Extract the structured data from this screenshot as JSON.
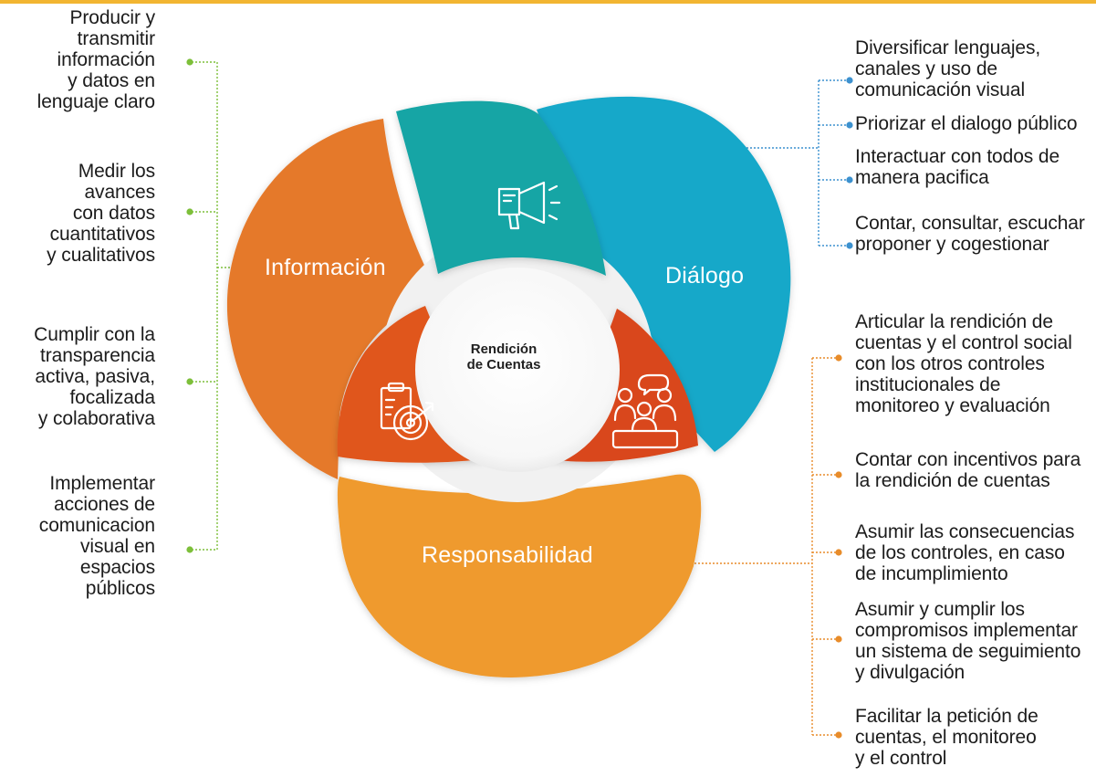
{
  "center": {
    "title": "Rendición\nde Cuentas"
  },
  "segments": {
    "informacion": "Información",
    "dialogo": "Diálogo",
    "responsabilidad": "Responsabilidad"
  },
  "left_items": [
    "Producir y\ntransmitir\ninformación\ny datos en\nlenguaje claro",
    "Medir los\navances\ncon datos\ncuantitativos\ny cualitativos",
    "Cumplir con la\ntransparencia\nactiva, pasiva,\nfocalizada\ny colaborativa",
    "Implementar\nacciones de\ncomunicacion\nvisual en\nespacios\npúblicos"
  ],
  "dialogo_items": [
    "Diversificar lenguajes,\ncanales y uso de\ncomunicación visual",
    "Priorizar el dialogo público",
    "Interactuar con todos de\nmanera pacifica",
    "Contar, consultar, escuchar\nproponer y cogestionar"
  ],
  "responsabilidad_items": [
    "Articular la rendición de\ncuentas y el control social\ncon los otros controles\ninstitucionales de\nmonitoreo y evaluación",
    "Contar con incentivos para\nla rendición de cuentas",
    "Asumir las consecuencias\nde los controles, en caso\nde incumplimiento",
    "Asumir y cumplir los\ncompromisos implementar\nun sistema de seguimiento\ny divulgación",
    "Facilitar la petición de\ncuentas, el monitoreo\ny el control"
  ],
  "icons": {
    "top": "megaphone-icon",
    "left": "target-clipboard-icon",
    "right": "team-meeting-icon"
  },
  "colors": {
    "informacion": "#E5792B",
    "dialogo": "#17A8C9",
    "responsabilidad": "#EF9A2E",
    "lens_top": "#19A5A5",
    "lens_left": "#E0561F",
    "lens_right": "#D9471A",
    "top_rule": "#F2B531",
    "left_connector": "#7DBF3A",
    "dialogo_connector": "#3C91CF",
    "responsabilidad_connector": "#E88C2A"
  }
}
